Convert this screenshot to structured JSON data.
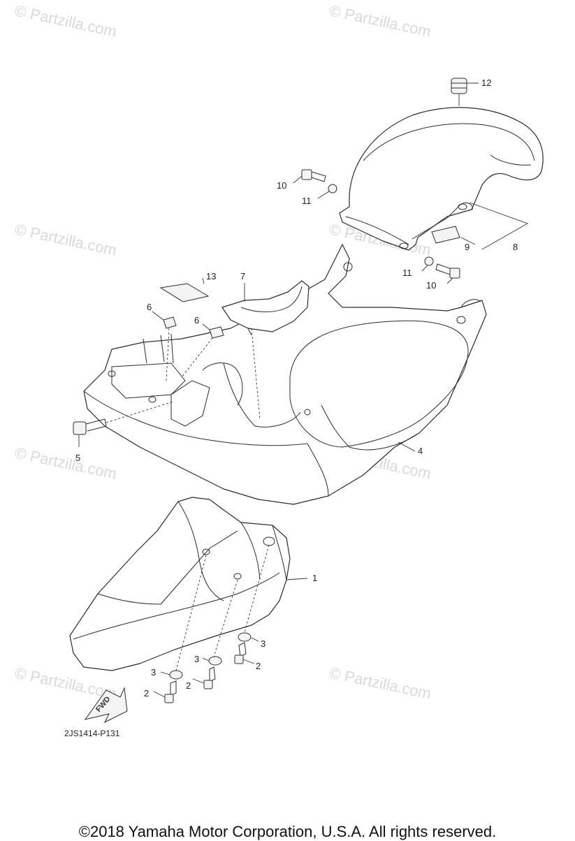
{
  "watermark": "© Partzilla.com",
  "callouts": [
    "1",
    "2",
    "3",
    "4",
    "5",
    "6",
    "7",
    "8",
    "9",
    "10",
    "11",
    "12",
    "13"
  ],
  "diagram_code": "2JS1414-P131",
  "fwd_label": "FWD",
  "copyright": "©2018 Yamaha Motor Corporation, U.S.A. All rights reserved."
}
